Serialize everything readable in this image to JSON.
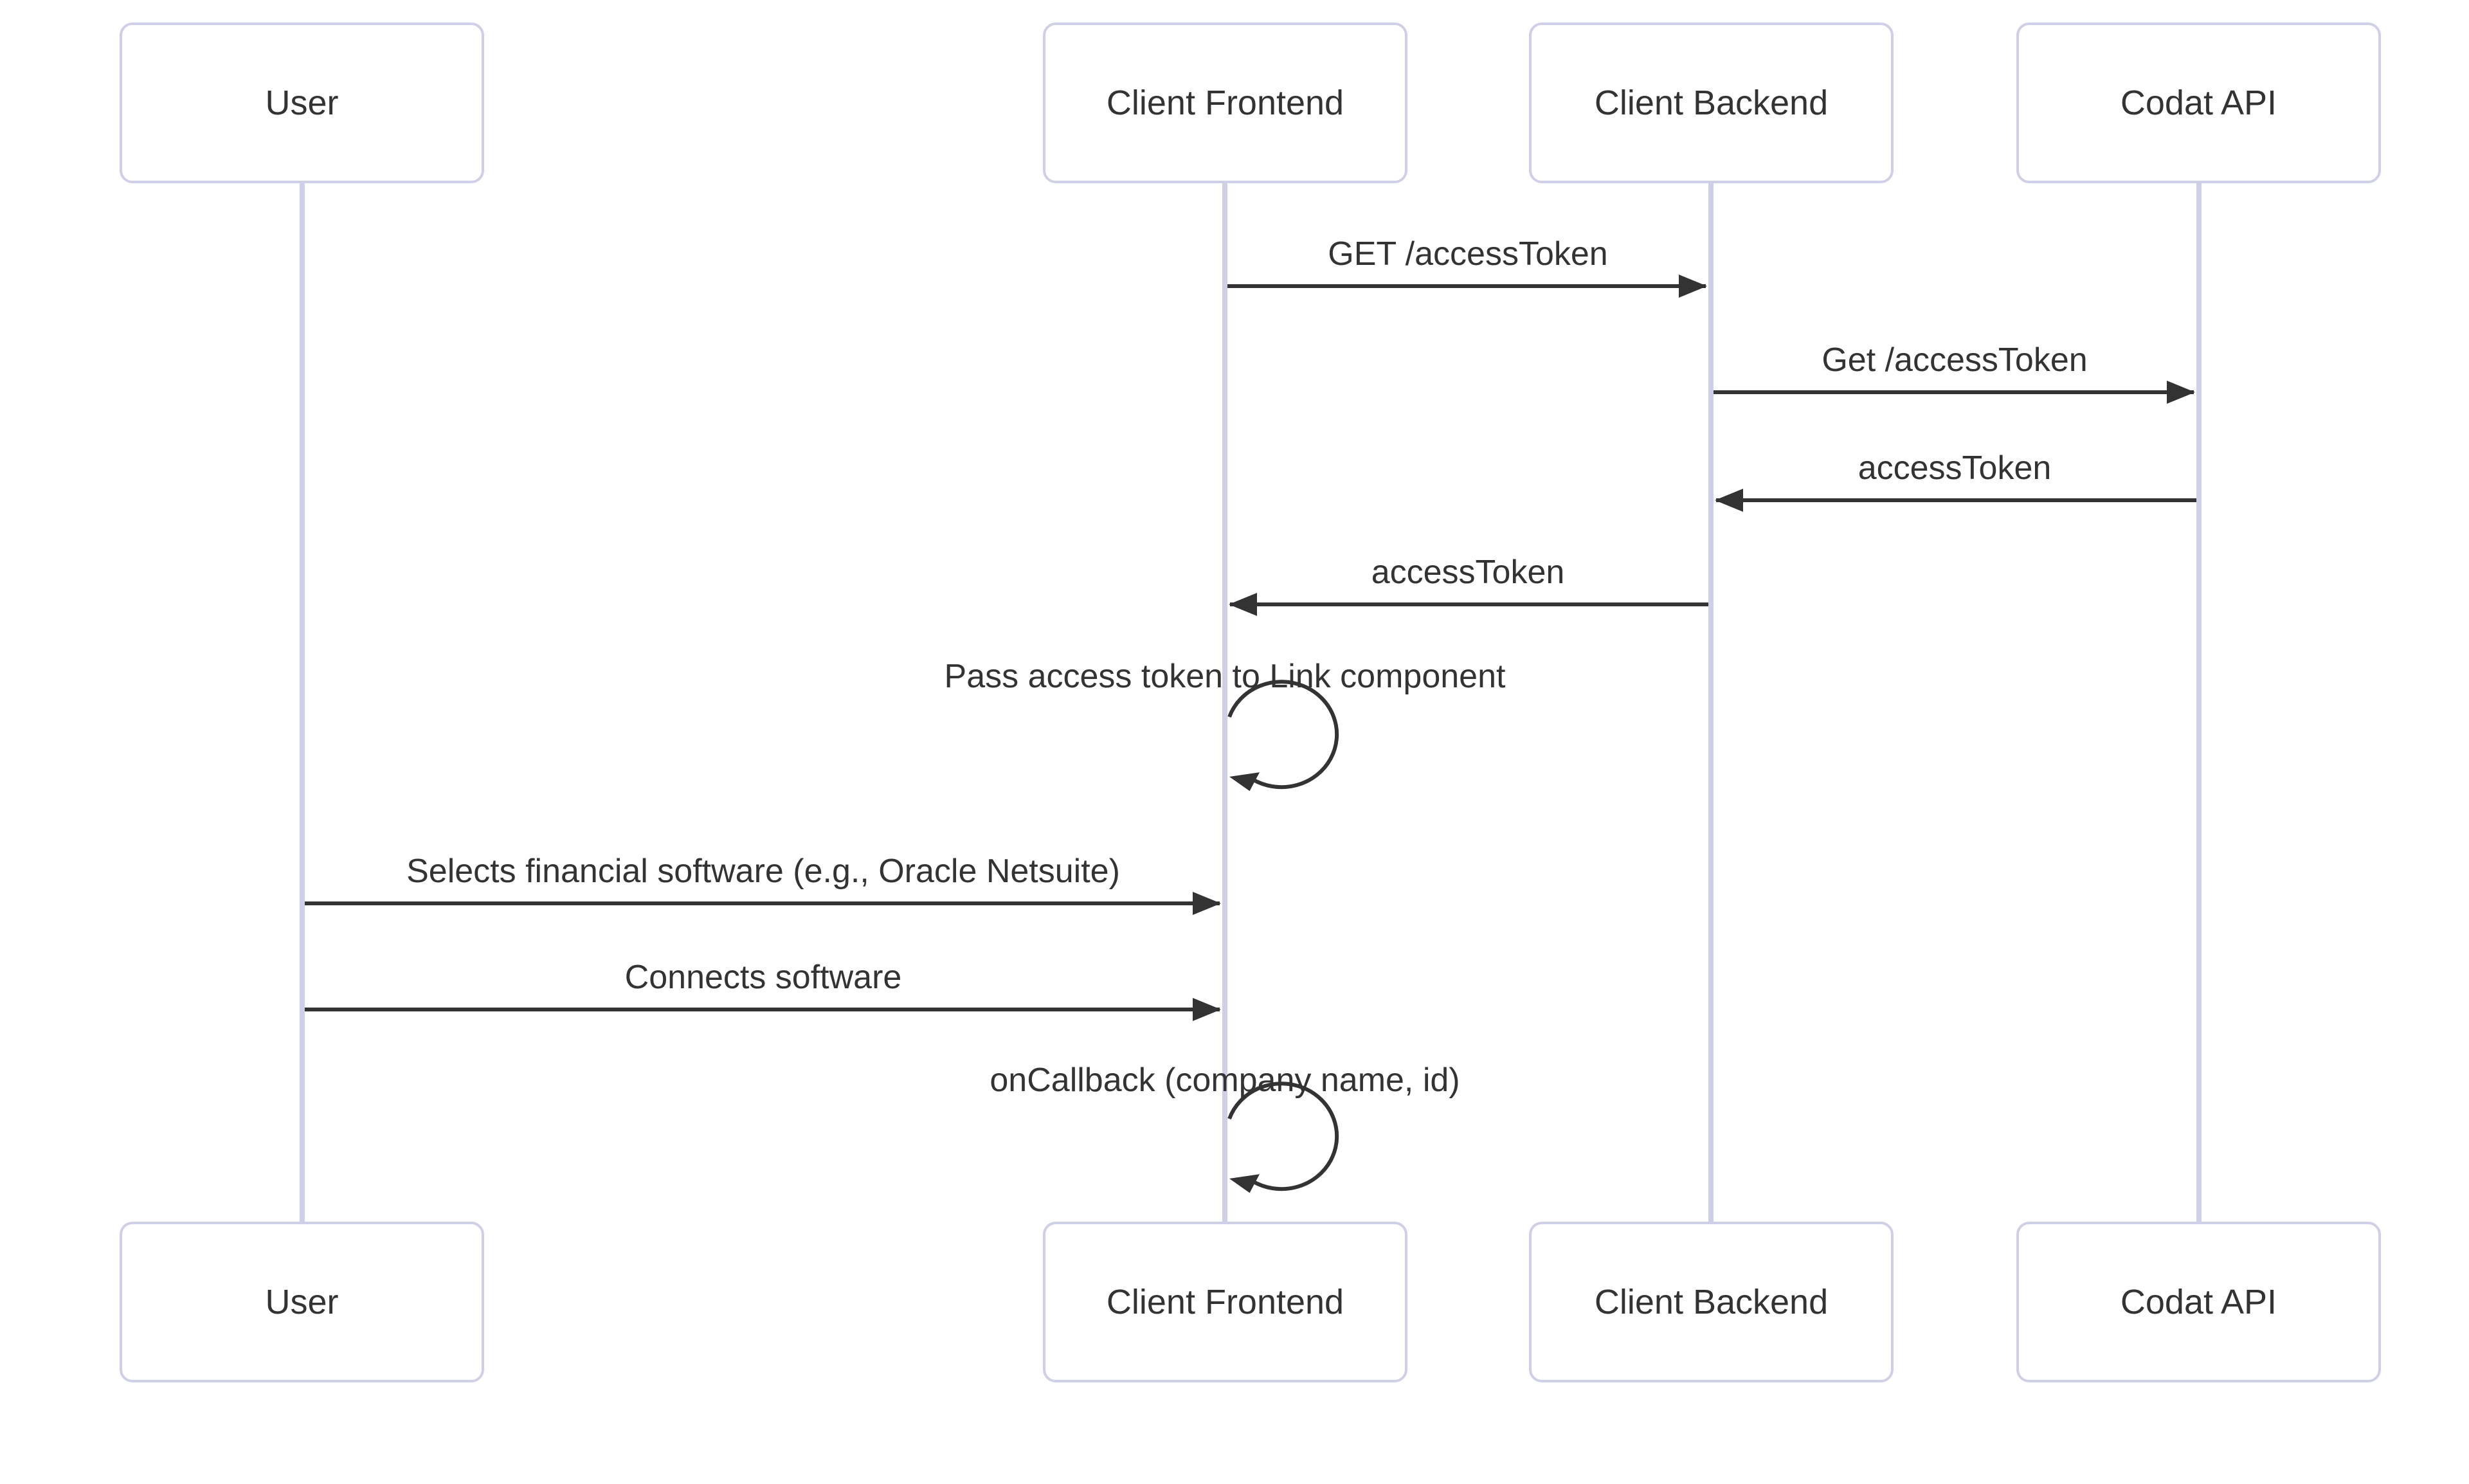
{
  "diagram": {
    "kind": "sequence-diagram",
    "colors": {
      "actor_border": "#cfcfe8",
      "lifeline": "#cfcfe8",
      "text": "#333333",
      "arrow": "#333333",
      "background": "#ffffff"
    },
    "actors": [
      {
        "label": "User"
      },
      {
        "label": "Client Frontend"
      },
      {
        "label": "Client Backend"
      },
      {
        "label": "Codat API"
      }
    ],
    "messages": [
      {
        "from": "Client Frontend",
        "to": "Client Backend",
        "text": "GET /accessToken",
        "kind": "solid-arrow"
      },
      {
        "from": "Client Backend",
        "to": "Codat API",
        "text": "Get /accessToken",
        "kind": "solid-arrow"
      },
      {
        "from": "Codat API",
        "to": "Client Backend",
        "text": "accessToken",
        "kind": "solid-arrow"
      },
      {
        "from": "Client Backend",
        "to": "Client Frontend",
        "text": "accessToken",
        "kind": "solid-arrow"
      },
      {
        "from": "Client Frontend",
        "to": "Client Frontend",
        "text": "Pass access token to Link component",
        "kind": "self-loop"
      },
      {
        "from": "User",
        "to": "Client Frontend",
        "text": "Selects financial software (e.g., Oracle Netsuite)",
        "kind": "solid-arrow"
      },
      {
        "from": "User",
        "to": "Client Frontend",
        "text": "Connects software",
        "kind": "solid-arrow"
      },
      {
        "from": "Client Frontend",
        "to": "Client Frontend",
        "text": "onCallback (company name, id)",
        "kind": "self-loop"
      }
    ]
  }
}
